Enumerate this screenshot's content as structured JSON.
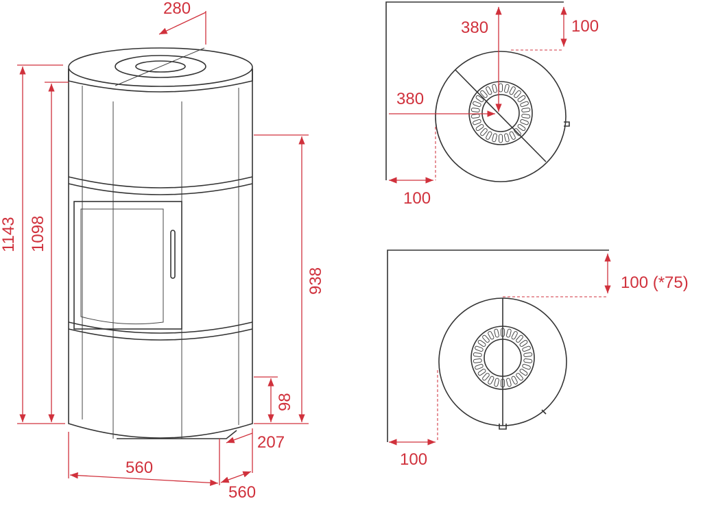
{
  "colors": {
    "dimension": "#d0313c",
    "outline": "#333333"
  },
  "front_view": {
    "dim_top_opening": "280",
    "dim_total_height": "1143",
    "dim_body_height": "1098",
    "dim_flue_height": "938",
    "dim_air_inlet_height": "98",
    "dim_air_inlet_offset": "207",
    "dim_width": "560",
    "dim_depth": "560"
  },
  "corner_view": {
    "dim_wall_to_flue_vertical": "380",
    "dim_back_clearance": "100",
    "dim_wall_to_flue_horizontal": "380",
    "dim_side_clearance": "100"
  },
  "wall_view": {
    "dim_back_clearance": "100 (*75)",
    "dim_side_clearance": "100"
  }
}
